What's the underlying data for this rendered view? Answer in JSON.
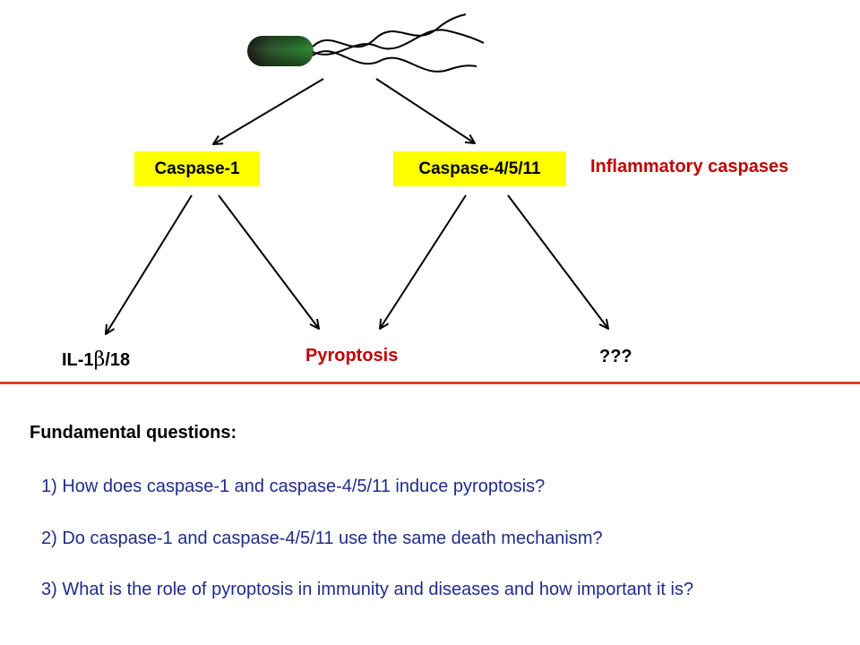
{
  "diagram": {
    "boxes": {
      "caspase1": "Caspase-1",
      "caspase4511": "Caspase-4/5/11"
    },
    "group_label": "Inflammatory caspases",
    "outcomes": {
      "il_prefix": "IL-1",
      "il_greek": "β",
      "il_suffix": "/18",
      "pyroptosis": "Pyroptosis",
      "unknown": "???"
    },
    "icons": {
      "bacterium": "bacterium-icon"
    },
    "colors": {
      "box_fill": "#ffff00",
      "highlight_text": "#c00000",
      "divider": "#d6441c",
      "question_text": "#1f2b8c"
    }
  },
  "questions": {
    "heading": "Fundamental questions:",
    "items": [
      "1) How does caspase-1 and caspase-4/5/11 induce pyroptosis?",
      "2) Do caspase-1 and caspase-4/5/11 use the same death mechanism?",
      "3) What is the role of pyroptosis in immunity and diseases and how important it is?"
    ]
  }
}
